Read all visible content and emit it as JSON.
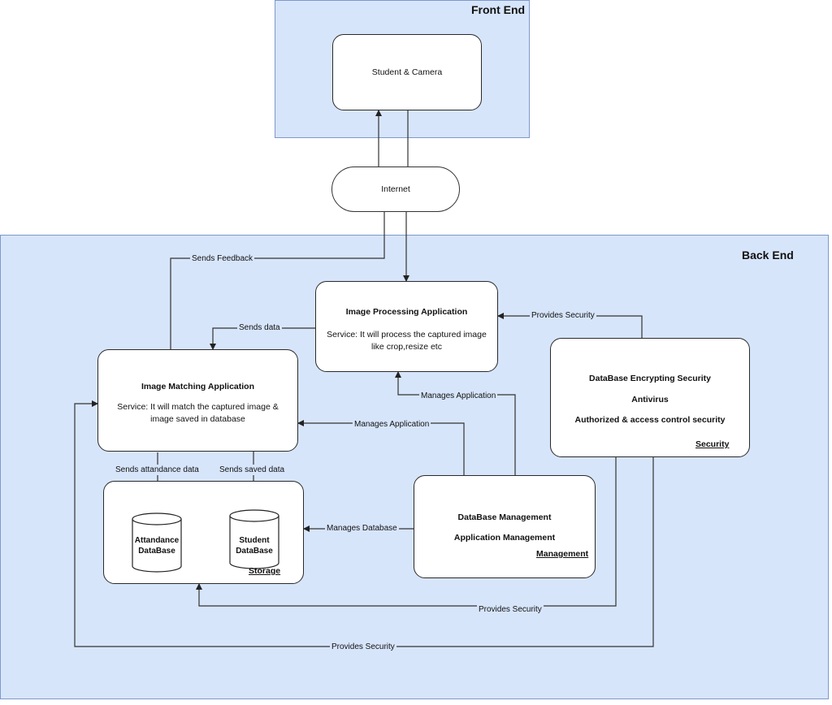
{
  "zones": {
    "front_end": "Front End",
    "back_end": "Back End"
  },
  "nodes": {
    "student_camera": "Student & Camera",
    "internet": "Internet",
    "image_processing": {
      "title": "Image Processing  Application",
      "desc": "Service: It will process the captured image like crop,resize etc"
    },
    "image_matching": {
      "title": "Image Matching  Application",
      "desc": "Service: It will match the captured image & image saved in database"
    },
    "security": {
      "lines": [
        "DataBase Encrypting Security",
        "Antivirus",
        "Authorized & access control security"
      ],
      "label": "Security"
    },
    "management": {
      "lines": [
        "DataBase Management",
        "Application Management"
      ],
      "label": "Management"
    },
    "storage": {
      "label": "Storage",
      "db1": [
        "Attandance",
        "DataBase"
      ],
      "db2": [
        "Student",
        "DataBase"
      ]
    }
  },
  "edges": {
    "sends_feedback": "Sends Feedback",
    "sends_data": "Sends data",
    "provides_security_ip": "Provides Security",
    "manages_application_ip": "Manages Application",
    "manages_application_im": "Manages Application",
    "sends_attendance_data": "Sends attandance data",
    "sends_saved_data": "Sends saved data",
    "manages_database": "Manages Database",
    "provides_security_storage": "Provides Security",
    "provides_security_im": "Provides Security"
  }
}
